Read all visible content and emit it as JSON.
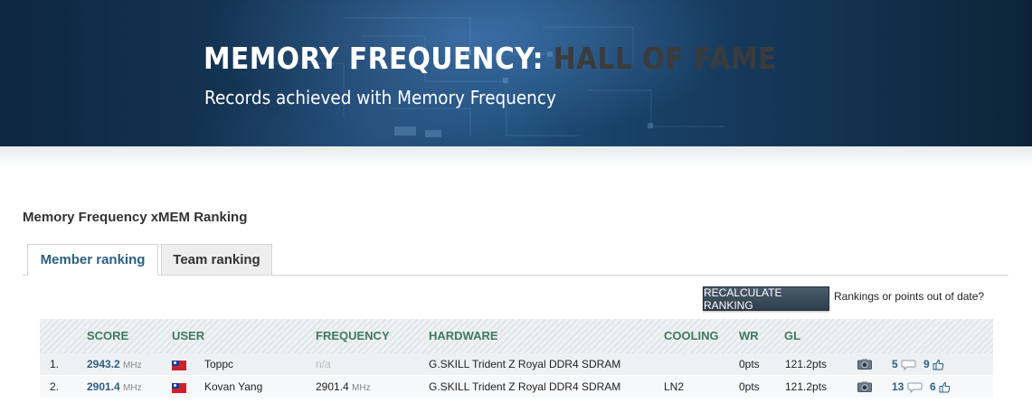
{
  "banner": {
    "title_main": "MEMORY FREQUENCY: ",
    "title_dim": "HALL OF FAME",
    "subtitle": "Records achieved with Memory Frequency"
  },
  "section_title": "Memory Frequency xMEM Ranking",
  "tabs": [
    {
      "label": "Member ranking",
      "active": true
    },
    {
      "label": "Team ranking",
      "active": false
    }
  ],
  "recalc": {
    "button_label": "RECALCULATE RANKING",
    "note": "Rankings or points out of date?"
  },
  "table": {
    "headers": {
      "score": "SCORE",
      "user": "USER",
      "frequency": "FREQUENCY",
      "hardware": "HARDWARE",
      "cooling": "COOLING",
      "wr": "WR",
      "gl": "GL"
    },
    "rows": [
      {
        "rank": "1.",
        "score": "2943.2",
        "score_unit": "MHz",
        "user": "Toppc",
        "frequency": "n/a",
        "frequency_unit": "",
        "hardware": "G.SKILL Trident Z Royal DDR4 SDRAM",
        "cooling": "",
        "wr": "0pts",
        "gl": "121.2pts",
        "comments": "5",
        "likes": "9"
      },
      {
        "rank": "2.",
        "score": "2901.4",
        "score_unit": "MHz",
        "user": "Kovan Yang",
        "frequency": "2901.4",
        "frequency_unit": "MHz",
        "hardware": "G.SKILL Trident Z Royal DDR4 SDRAM",
        "cooling": "LN2",
        "wr": "0pts",
        "gl": "121.2pts",
        "comments": "13",
        "likes": "6"
      }
    ]
  },
  "icons": {
    "flag": "taiwan-flag-icon",
    "camera": "camera-icon",
    "comment": "comment-bubble-icon",
    "like": "thumbs-up-icon"
  },
  "colors": {
    "banner_bg": "#163a5d",
    "accent_link": "#2e5f83",
    "header_text": "#3f7a5a",
    "button_bg": "#3b4c5c"
  }
}
